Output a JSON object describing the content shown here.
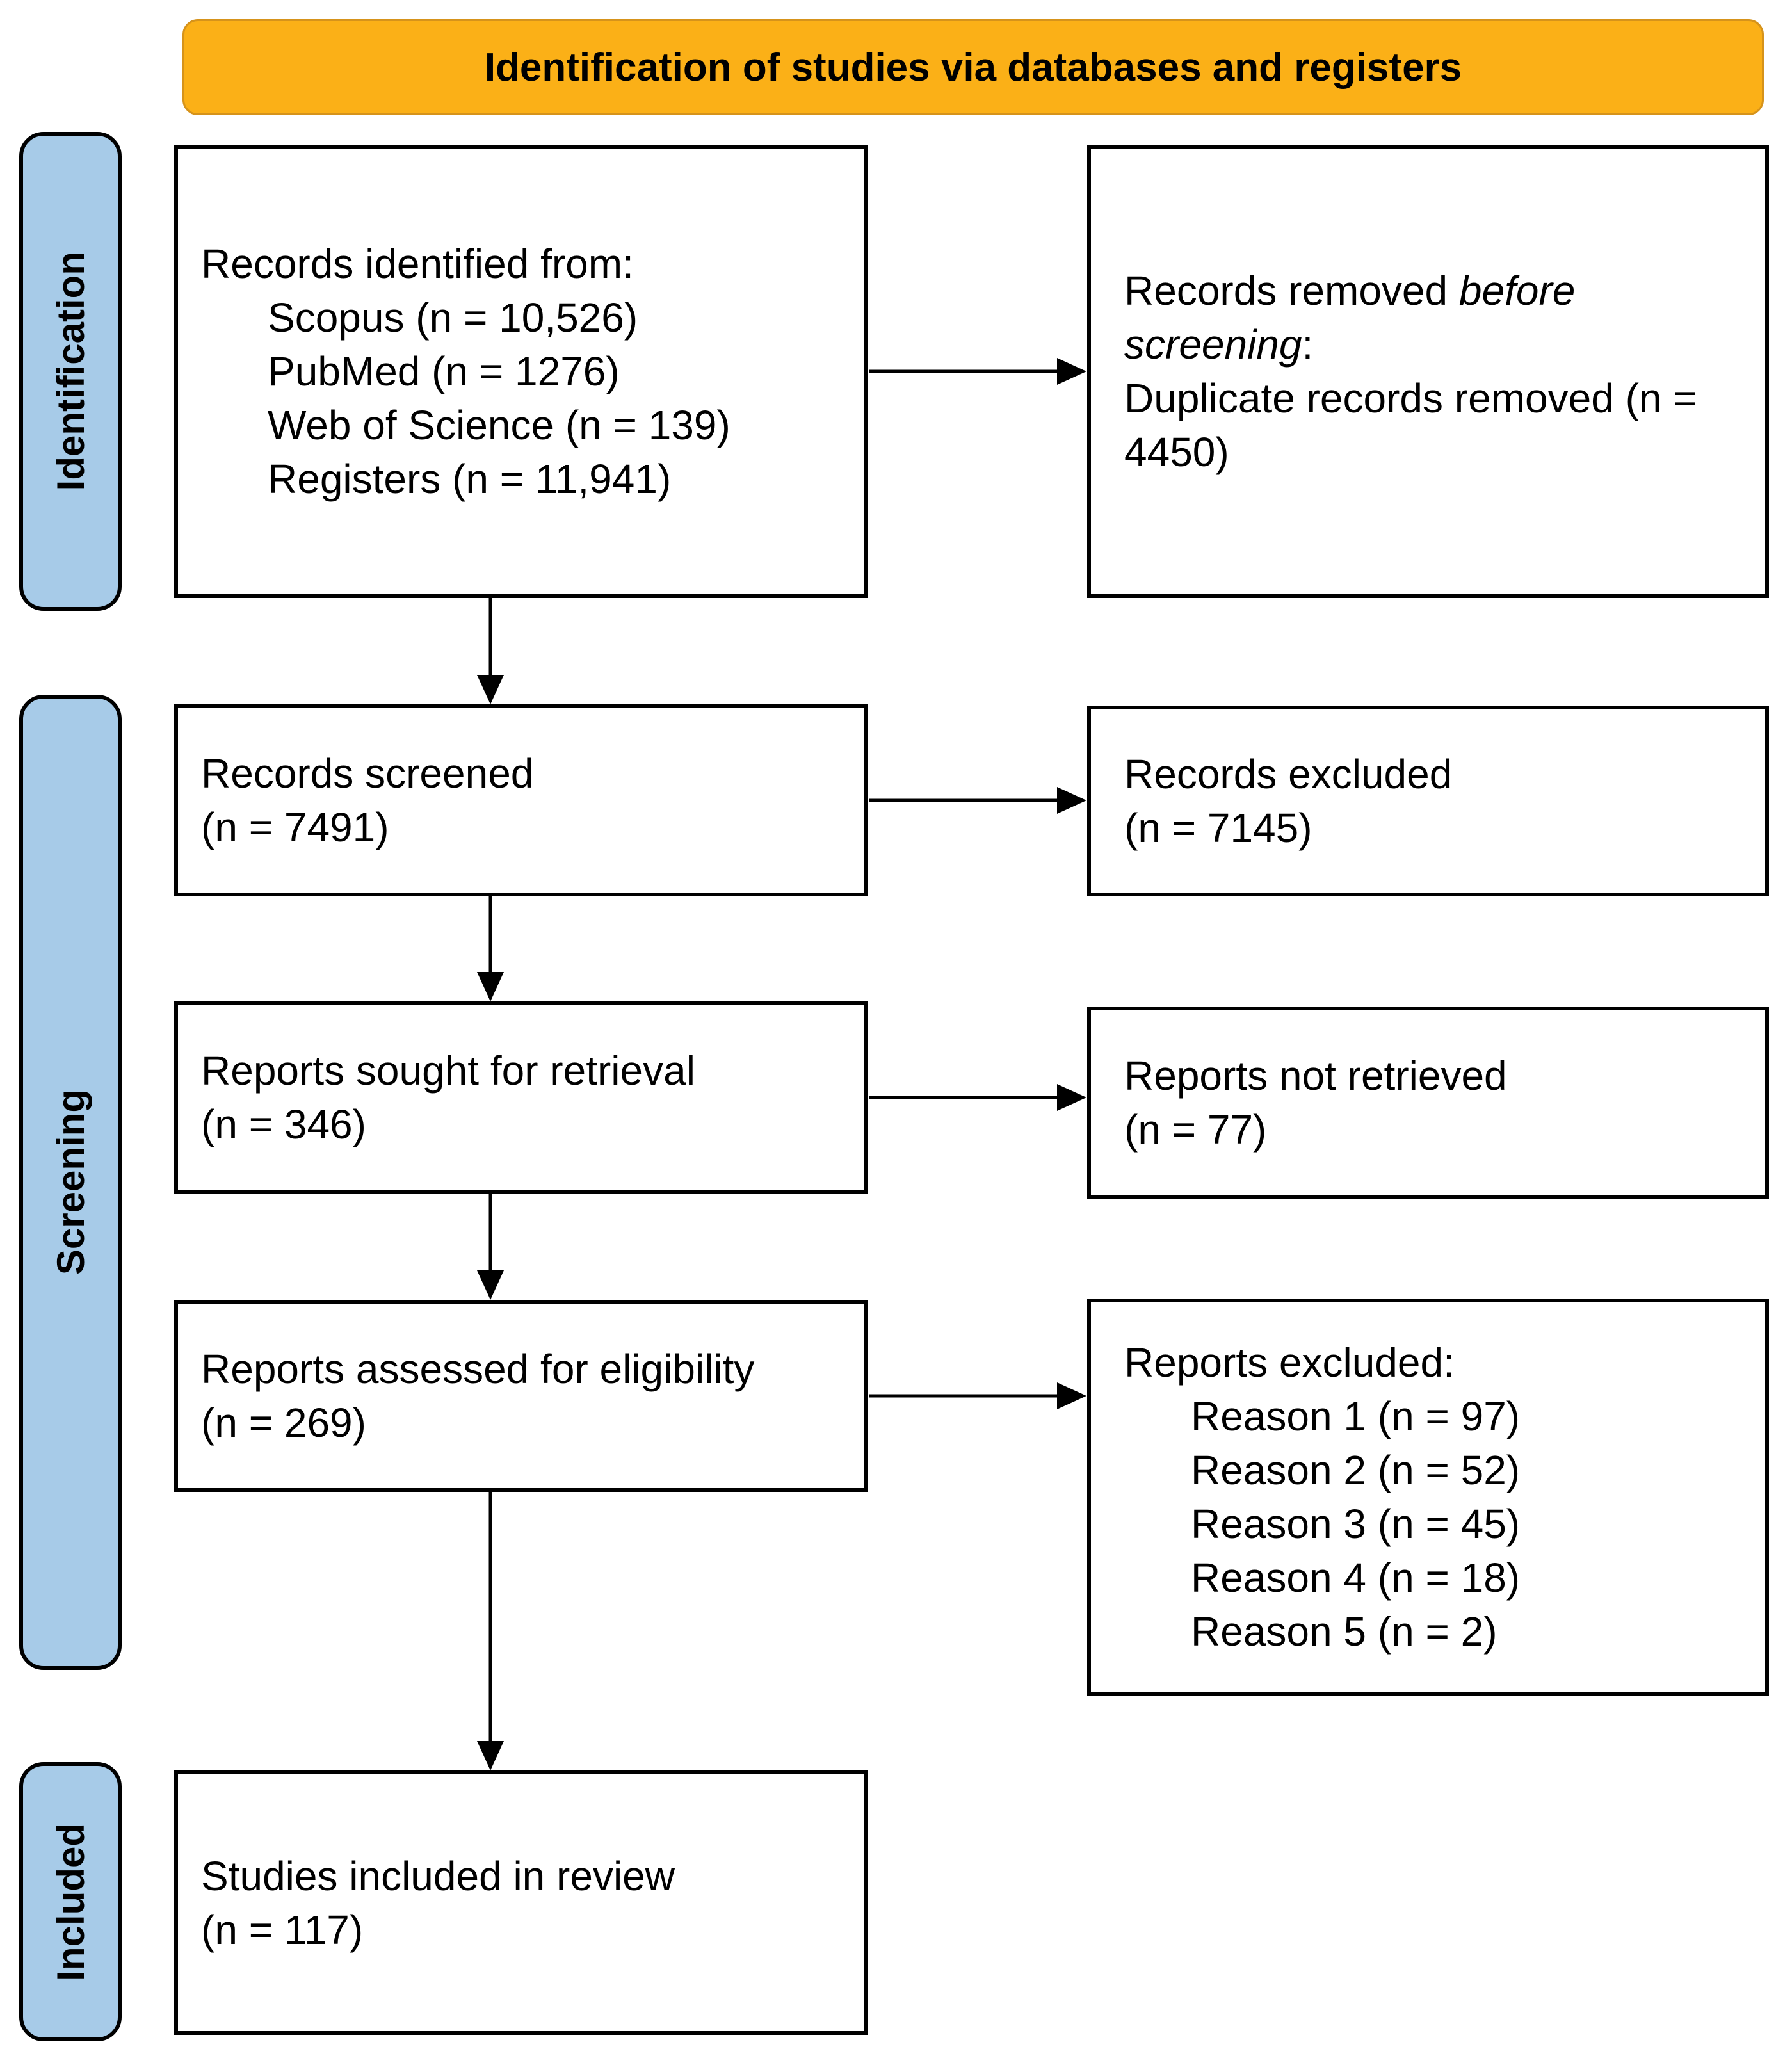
{
  "banner": {
    "title": "Identification of studies via databases and registers"
  },
  "stages": {
    "identification": "Identification",
    "screening": "Screening",
    "included": "Included"
  },
  "boxes": {
    "records_identified": {
      "title": "Records identified from:",
      "items": [
        "Scopus (n = 10,526)",
        "PubMed (n = 1276)",
        "Web of Science (n = 139)",
        "Registers (n = 11,941)"
      ]
    },
    "records_removed": {
      "prefix": "Records removed ",
      "italic": "before screening",
      "suffix": ":",
      "detail": "Duplicate records removed (n = 4450)"
    },
    "records_screened": {
      "line1": "Records screened",
      "line2": "(n = 7491)"
    },
    "records_excluded": {
      "line1": "Records excluded",
      "line2": "(n = 7145)"
    },
    "reports_sought": {
      "line1": "Reports sought for retrieval",
      "line2": "(n = 346)"
    },
    "reports_not_retrieved": {
      "line1": "Reports not retrieved",
      "line2": "(n = 77)"
    },
    "reports_assessed": {
      "line1": "Reports assessed for eligibility",
      "line2": "(n = 269)"
    },
    "reports_excluded": {
      "title": "Reports excluded:",
      "items": [
        "Reason 1 (n = 97)",
        "Reason 2 (n = 52)",
        "Reason 3 (n = 45)",
        "Reason 4 (n = 18)",
        "Reason 5 (n = 2)"
      ]
    },
    "studies_included": {
      "line1": "Studies included in review",
      "line2": "(n = 117)"
    }
  },
  "colors": {
    "banner_fill": "#FBB017",
    "banner_border": "#D6931B",
    "stage_fill": "#A7CBE8",
    "line": "#000000"
  }
}
